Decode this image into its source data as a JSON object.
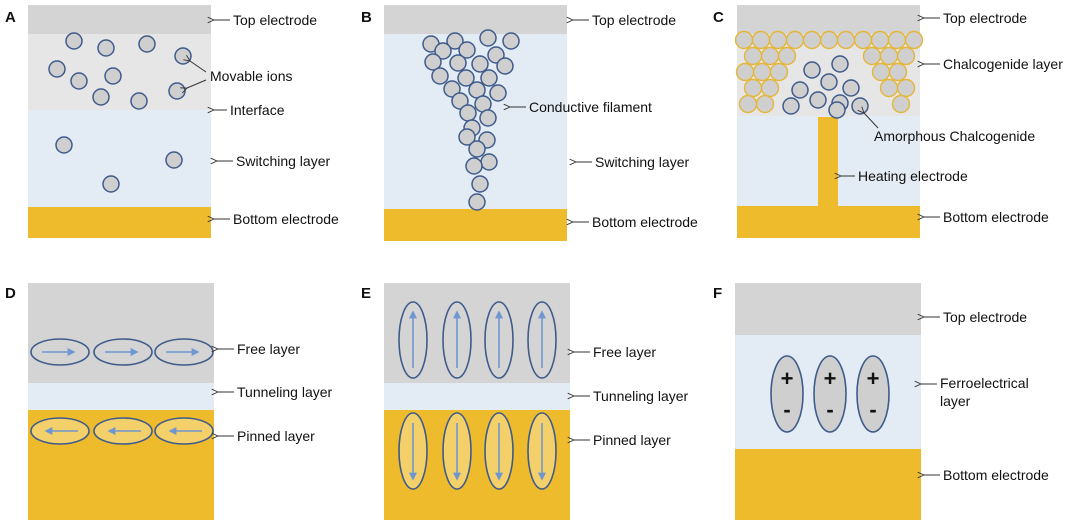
{
  "colors": {
    "electrode_gray": "#d4d4d4",
    "interface_gray": "#e6e6e6",
    "switching_blue": "#e3ecf5",
    "gold": "#edbb2c",
    "ion_fill": "#cfcfcf",
    "ion_stroke": "#3e5b8c",
    "arrow_blue": "#6f96cf",
    "chalco_stroke": "#e4b73a",
    "line": "#333333"
  },
  "panels": {
    "A": {
      "letter": "A",
      "top": "Top electrode",
      "ions": "Movable ions",
      "interface": "Interface",
      "switching": "Switching layer",
      "bottom": "Bottom electrode"
    },
    "B": {
      "letter": "B",
      "top": "Top electrode",
      "filament": "Conductive filament",
      "switching": "Switching layer",
      "bottom": "Bottom electrode"
    },
    "C": {
      "letter": "C",
      "top": "Top electrode",
      "chalco": "Chalcogenide layer",
      "amorphous": "Amorphous Chalcogenide",
      "heating": "Heating electrode",
      "bottom": "Bottom electrode"
    },
    "D": {
      "letter": "D",
      "free": "Free layer",
      "tunneling": "Tunneling layer",
      "pinned": "Pinned layer"
    },
    "E": {
      "letter": "E",
      "free": "Free layer",
      "tunneling": "Tunneling layer",
      "pinned": "Pinned layer"
    },
    "F": {
      "letter": "F",
      "top": "Top electrode",
      "ferro_line1": "Ferroelectrical",
      "ferro_line2": "layer",
      "bottom": "Bottom electrode",
      "plus": "+",
      "minus": "-"
    }
  }
}
